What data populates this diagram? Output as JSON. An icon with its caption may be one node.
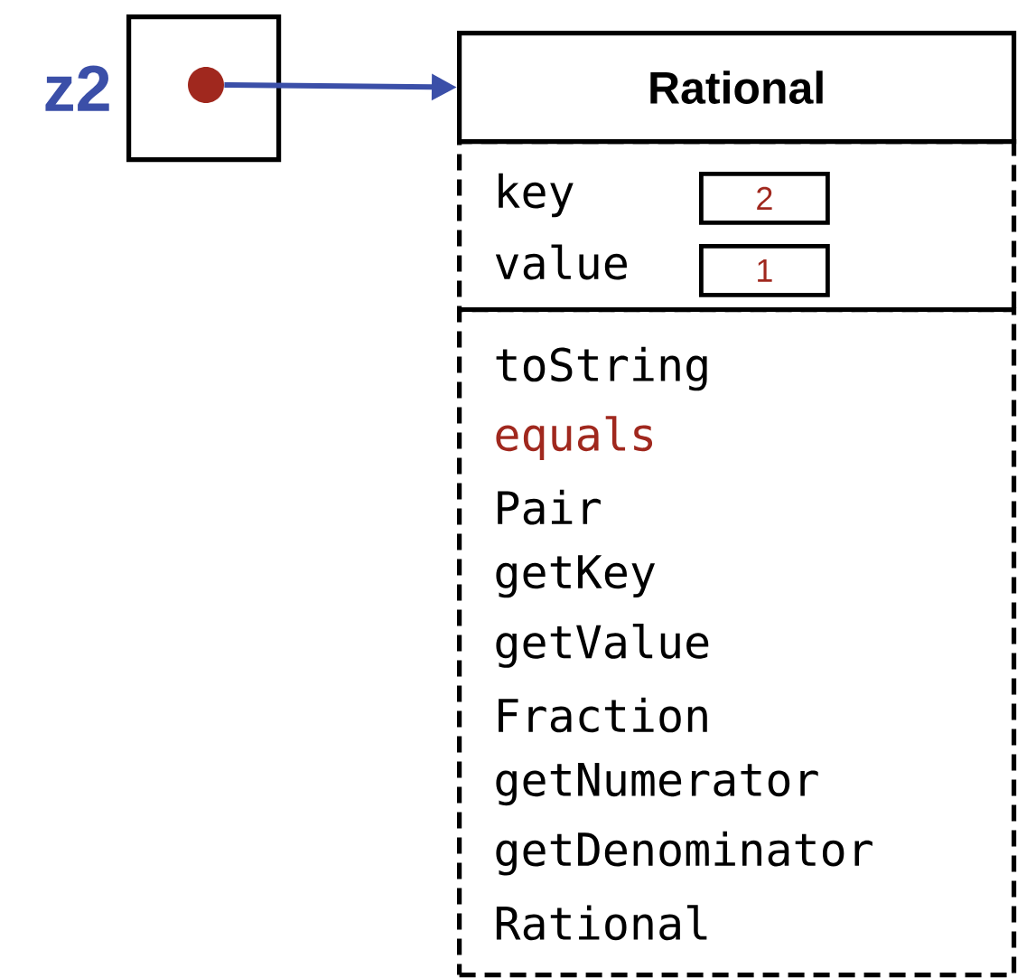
{
  "diagram": {
    "nodes": [
      {
        "text": [],
        "shape": "box",
        "beside": [
          "z2"
        ]
      },
      {
        "text": [],
        "shape": "circle",
        "in": 0
      },
      {
        "text": [
          "Rational"
        ]
      },
      {
        "text": [
          "key",
          "value"
        ]
      },
      {
        "text": [
          "2"
        ],
        "in": 3
      },
      {
        "text": [
          "1"
        ],
        "in": 3
      },
      {
        "text": [
          "toString",
          "equals",
          "Pair",
          "getKey",
          "getValue",
          "Fraction",
          "getNumerator",
          "getDenominator",
          "Rational"
        ]
      }
    ],
    "edges": [
      {
        "from": 1,
        "to": 2,
        "arrow": "to",
        "color": "#3b4fa8"
      }
    ]
  }
}
